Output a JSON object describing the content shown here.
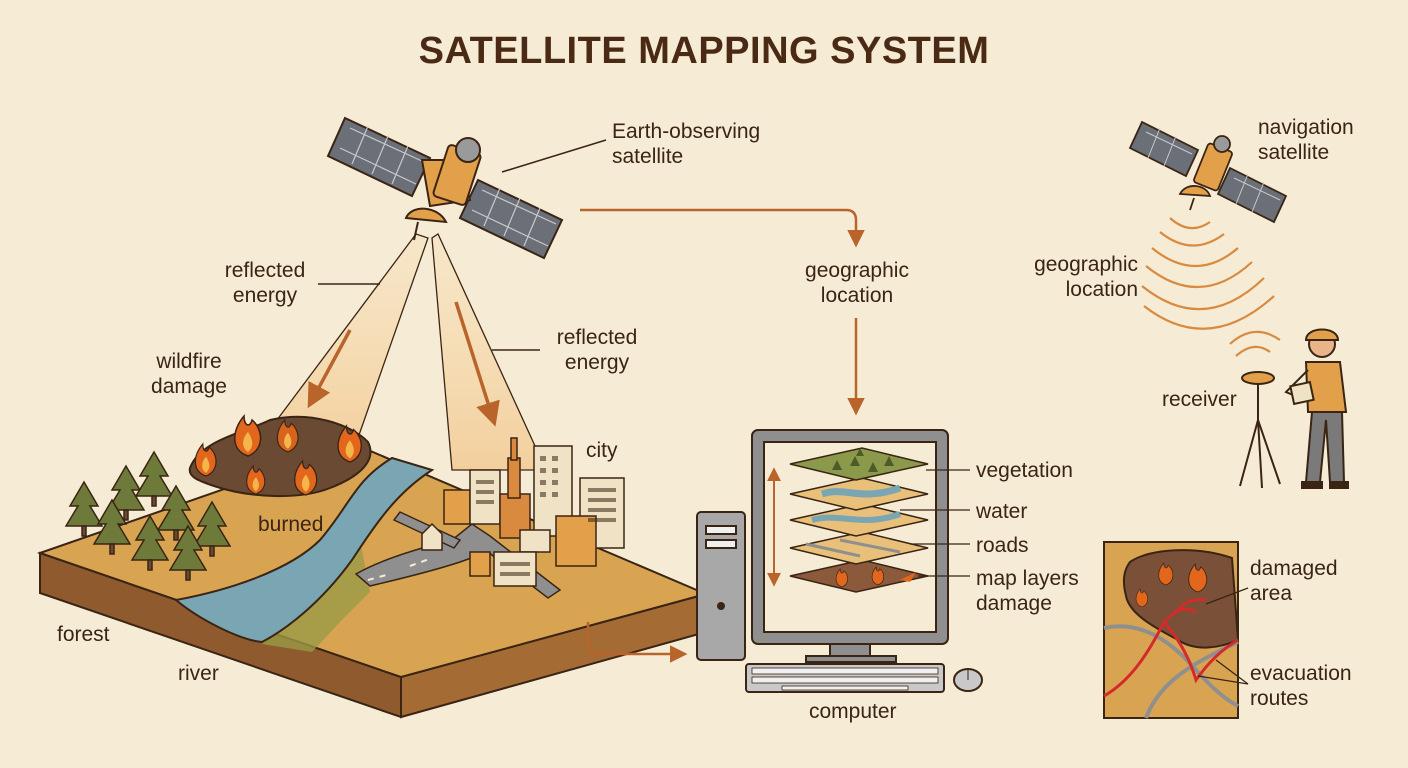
{
  "title": "SATELLITE MAPPING SYSTEM",
  "labels": {
    "earth_sat_1": "Earth-observing",
    "earth_sat_2": "satellite",
    "reflected_left_1": "reflected",
    "reflected_left_2": "energy",
    "reflected_right_1": "reflected",
    "reflected_right_2": "energy",
    "wildfire_1": "wildfire",
    "wildfire_2": "damage",
    "burned": "burned",
    "city": "city",
    "forest": "forest",
    "river": "river",
    "geo_center_1": "geographic",
    "geo_center_2": "location",
    "nav_sat_1": "navigation",
    "nav_sat_2": "satellite",
    "geo_right_1": "geographic",
    "geo_right_2": "location",
    "receiver": "receiver",
    "vegetation": "vegetation",
    "water": "water",
    "roads": "roads",
    "map_layers": "map layers",
    "damage": "damage",
    "computer": "computer",
    "damaged_area_1": "damaged",
    "damaged_area_2": "area",
    "evac_1": "evacuation",
    "evac_2": "routes"
  },
  "colors": {
    "background": "#f6ecd6",
    "ink": "#3a2414",
    "arrow": "#b8642a",
    "satellite_body": "#e3a04a",
    "ground": "#d9a452",
    "water": "#7aa6b4",
    "tree": "#6d7a3a",
    "fire": "#e2661c",
    "burned": "#6b4a34"
  }
}
